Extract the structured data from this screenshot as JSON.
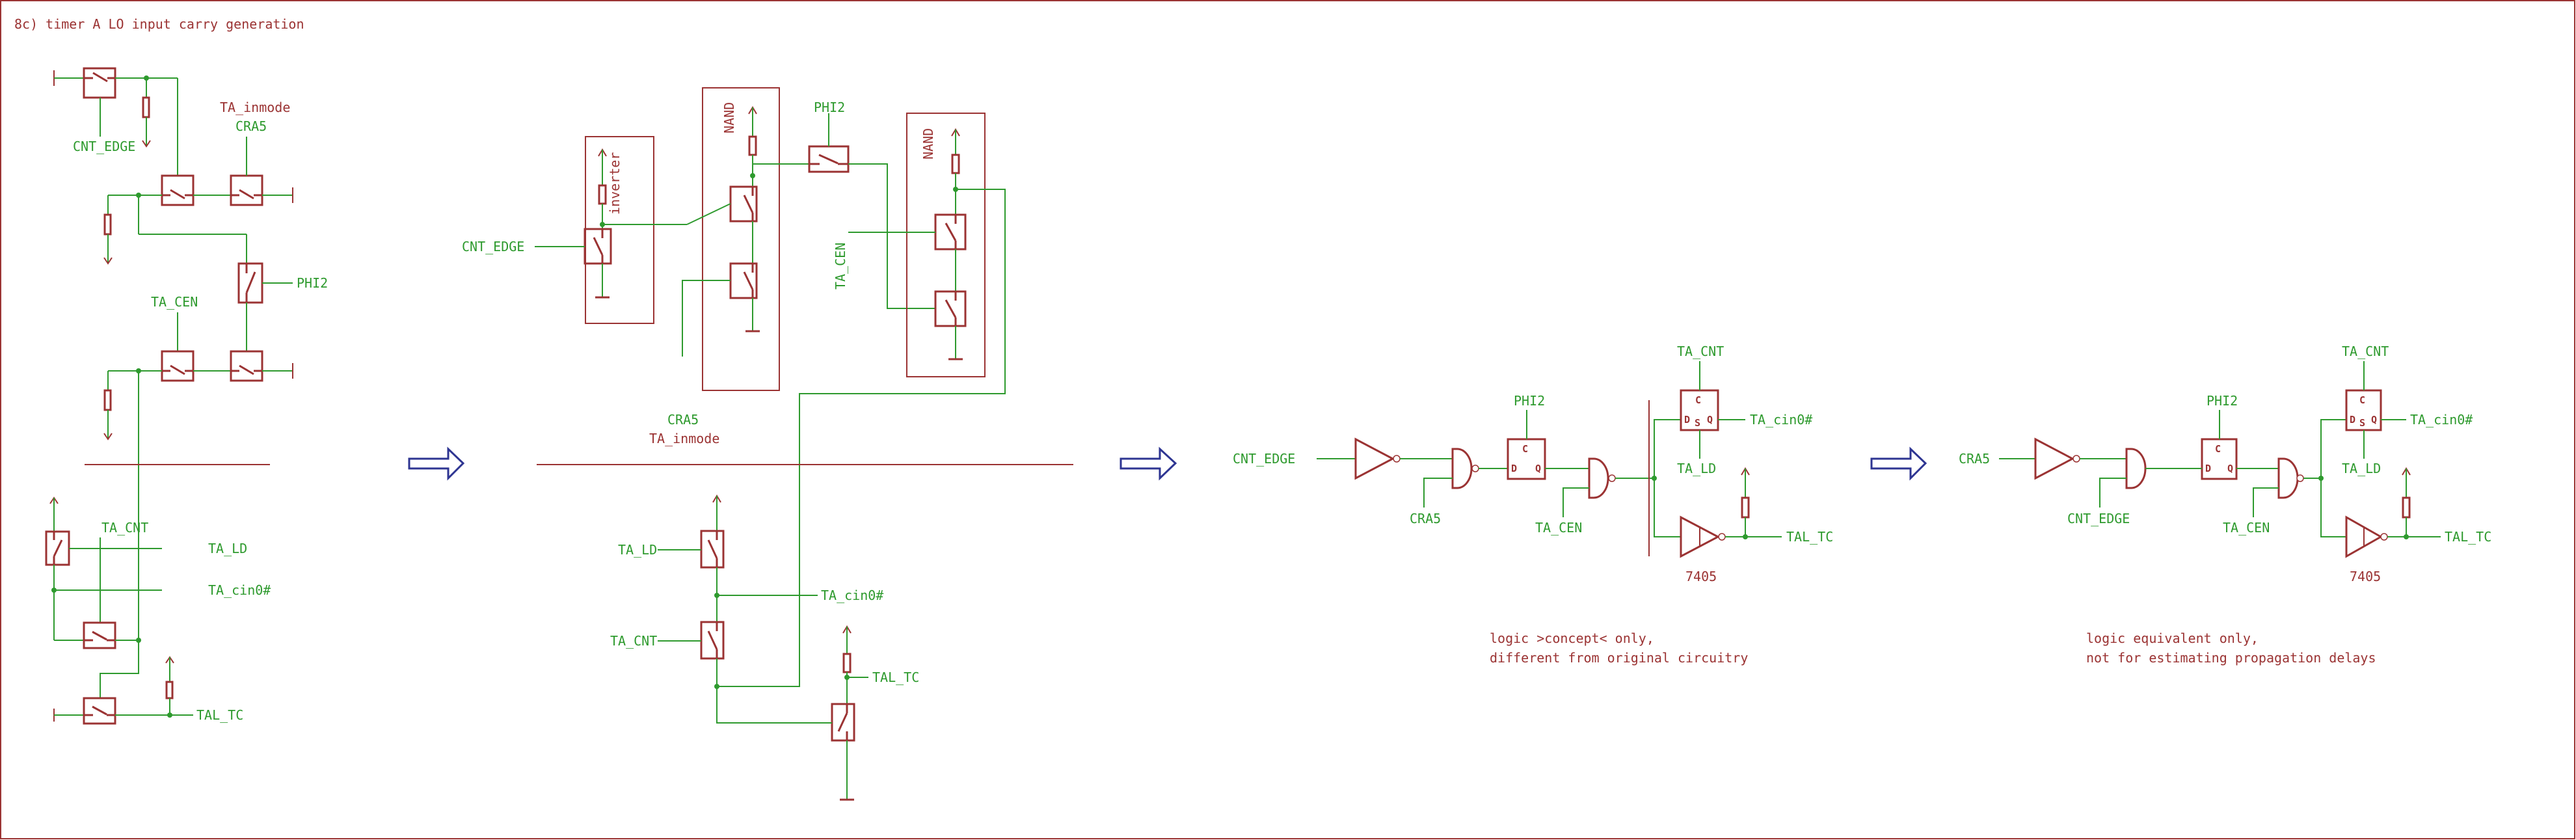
{
  "title": "8c) timer A LO input carry generation",
  "colors": {
    "component": "#9b3333",
    "wire": "#2e9a2e",
    "arrow": "#2e3592",
    "background": "#ffffff"
  },
  "panel_switch_level": {
    "signals": {
      "cnt_edge": "CNT_EDGE",
      "ta_inmode": "TA_inmode",
      "cra5": "CRA5",
      "phi2": "PHI2",
      "ta_cen": "TA_CEN",
      "ta_cnt": "TA_CNT",
      "ta_ld": "TA_LD",
      "ta_cin0": "TA_cin0#",
      "tal_tc": "TAL_TC"
    }
  },
  "panel_gate_level": {
    "groups": {
      "inverter": "inverter",
      "nand1": "NAND",
      "nand2": "NAND"
    },
    "signals": {
      "cnt_edge": "CNT_EDGE",
      "phi2": "PHI2",
      "ta_cen": "TA_CEN",
      "cra5": "CRA5",
      "ta_inmode": "TA_inmode",
      "ta_ld": "TA_LD",
      "ta_cnt": "TA_CNT",
      "ta_cin0": "TA_cin0#",
      "tal_tc": "TAL_TC"
    }
  },
  "panel_logic_concept": {
    "signals": {
      "cnt_edge": "CNT_EDGE",
      "cra5": "CRA5",
      "phi2": "PHI2",
      "ta_cen": "TA_CEN",
      "ta_cnt": "TA_CNT",
      "ta_ld": "TA_LD",
      "ta_cin0": "TA_cin0#",
      "tal_tc": "TAL_TC"
    },
    "ff_pins": {
      "c": "C",
      "d": "D",
      "q": "Q",
      "s": "S"
    },
    "part": "7405",
    "note_line1": "logic >concept< only,",
    "note_line2": "different from original circuitry"
  },
  "panel_logic_equivalent": {
    "signals": {
      "cra5": "CRA5",
      "cnt_edge": "CNT_EDGE",
      "phi2": "PHI2",
      "ta_cen": "TA_CEN",
      "ta_cnt": "TA_CNT",
      "ta_ld": "TA_LD",
      "ta_cin0": "TA_cin0#",
      "tal_tc": "TAL_TC"
    },
    "ff_pins": {
      "c": "C",
      "d": "D",
      "q": "Q",
      "s": "S"
    },
    "part": "7405",
    "note_line1": "logic equivalent only,",
    "note_line2": "not for estimating propagation delays"
  }
}
